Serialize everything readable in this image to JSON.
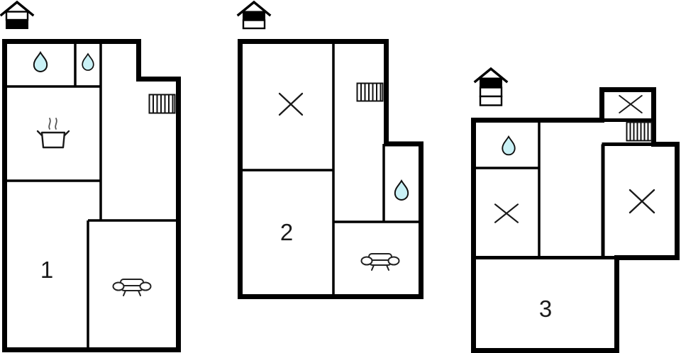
{
  "document": {
    "title": "Holiday home floor plans",
    "background": "#ffffff"
  },
  "colors": {
    "wall": "#000000",
    "icon_stroke": "#1a1a1a",
    "water_drop_fill": "#c9f1f6",
    "label_color": "#1a1a1a"
  },
  "icon_legend": {
    "water-drop": "teardrop glyph (bathroom / water)",
    "stairs": "hatched rectangle (staircase)",
    "bed-x": "diagonal cross (bed / bedroom)",
    "sofa": "sofa front view (living room)",
    "cooking-pot": "pot with steam (kitchen)",
    "floor-level": "house pictogram with highlighted storey band"
  },
  "floorplans": [
    {
      "label": "1",
      "level_icon": "house-2-storeys-lower-highlighted",
      "features": [
        "water-drop",
        "water-drop",
        "stairs",
        "cooking-pot",
        "sofa"
      ]
    },
    {
      "label": "2",
      "level_icon": "house-2-storeys-upper-highlighted",
      "features": [
        "bed-x",
        "stairs",
        "water-drop",
        "sofa"
      ]
    },
    {
      "label": "3",
      "level_icon": "house-3-storeys-top-highlighted",
      "features": [
        "water-drop",
        "bed-x",
        "bed-x",
        "bed-x",
        "stairs"
      ]
    }
  ]
}
